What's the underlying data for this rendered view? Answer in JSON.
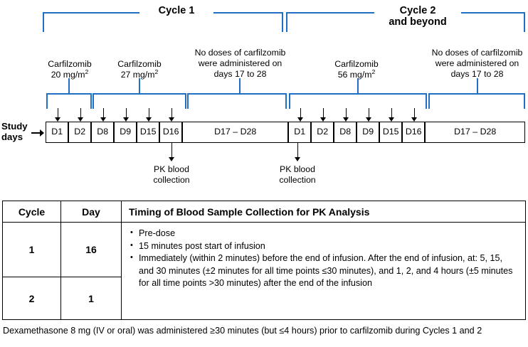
{
  "diagram": {
    "title_hidden": "Carfilzomib dosing and PK sampling schema",
    "accent_color": "#1F6FC4",
    "line_color": "#000000",
    "cycles": [
      {
        "id": "cycle-1",
        "label": "Cycle 1"
      },
      {
        "id": "cycle-2",
        "label": "Cycle 2\nand beyond"
      }
    ],
    "dose_notes": [
      {
        "id": "carfilzomib-20",
        "text": "Carfilzomib\n20 mg/m",
        "sup": "2"
      },
      {
        "id": "carfilzomib-27",
        "text": "Carfilzomib\n27 mg/m",
        "sup": "2"
      },
      {
        "id": "no-dose-c1",
        "text": "No doses of carfilzomib\nwere administered on\ndays 17 to 28",
        "sup": ""
      },
      {
        "id": "carfilzomib-56",
        "text": "Carfilzomib\n56 mg/m",
        "sup": "2"
      },
      {
        "id": "no-dose-c2",
        "text": "No doses of carfilzomib\nwere administered on\ndays 17 to 28",
        "sup": ""
      }
    ],
    "study_days_label": "Study\ndays",
    "day_boxes": [
      {
        "label": "D1",
        "cycle": 1,
        "dosed": true
      },
      {
        "label": "D2",
        "cycle": 1,
        "dosed": true
      },
      {
        "label": "D8",
        "cycle": 1,
        "dosed": true
      },
      {
        "label": "D9",
        "cycle": 1,
        "dosed": true
      },
      {
        "label": "D15",
        "cycle": 1,
        "dosed": true
      },
      {
        "label": "D16",
        "cycle": 1,
        "dosed": true
      },
      {
        "label": "D17 – D28",
        "cycle": 1,
        "dosed": false
      },
      {
        "label": "D1",
        "cycle": 2,
        "dosed": true
      },
      {
        "label": "D2",
        "cycle": 2,
        "dosed": true
      },
      {
        "label": "D8",
        "cycle": 2,
        "dosed": true
      },
      {
        "label": "D9",
        "cycle": 2,
        "dosed": true
      },
      {
        "label": "D15",
        "cycle": 2,
        "dosed": true
      },
      {
        "label": "D16",
        "cycle": 2,
        "dosed": true
      },
      {
        "label": "D17 – D28",
        "cycle": 2,
        "dosed": false
      }
    ],
    "pk_markers": [
      {
        "id": "pk-c1d16",
        "label": "PK blood\ncollection",
        "at_day": "D16",
        "cycle": 1
      },
      {
        "id": "pk-c2d1",
        "label": "PK blood\ncollection",
        "at_day": "D1",
        "cycle": 2
      }
    ]
  },
  "table": {
    "headers": [
      "Cycle",
      "Day",
      "Timing of Blood Sample Collection for PK Analysis"
    ],
    "rows": [
      {
        "cycle": "1",
        "day": "16"
      },
      {
        "cycle": "2",
        "day": "1"
      }
    ],
    "timing_bullets": [
      "Pre-dose",
      "15 minutes post start of infusion",
      "Immediately (within 2 minutes) before the end of infusion. After the end of infusion, at: 5, 15, and 30 minutes (±2 minutes for all time points ≤30 minutes), and 1, 2, and 4 hours (±5 minutes for all time points >30 minutes) after the end of the infusion"
    ]
  },
  "footnote": "Dexamethasone 8 mg (IV or oral) was administered ≥30 minutes (but ≤4 hours) prior to carfilzomib during Cycles 1 and 2"
}
